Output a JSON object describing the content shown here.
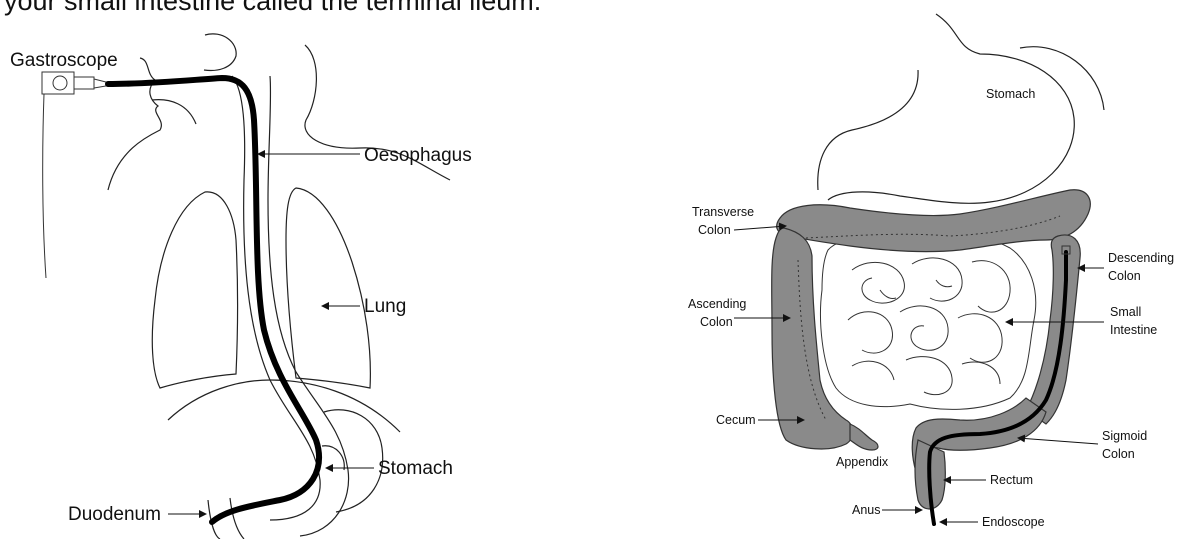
{
  "caption": "your small intestine called the terminal ileum.",
  "gastroscopy": {
    "labels": {
      "gastroscope": "Gastroscope",
      "oesophagus": "Oesophagus",
      "lung": "Lung",
      "stomach": "Stomach",
      "duodenum": "Duodenum"
    }
  },
  "colonoscopy": {
    "labels": {
      "stomach": "Stomach",
      "transverse_1": "Transverse",
      "transverse_2": "Colon",
      "descending_1": "Descending",
      "descending_2": "Colon",
      "ascending_1": "Ascending",
      "ascending_2": "Colon",
      "small_intestine_1": "Small",
      "small_intestine_2": "Intestine",
      "cecum": "Cecum",
      "appendix": "Appendix",
      "sigmoid_1": "Sigmoid",
      "sigmoid_2": "Colon",
      "rectum": "Rectum",
      "anus": "Anus",
      "endoscope": "Endoscope"
    }
  }
}
